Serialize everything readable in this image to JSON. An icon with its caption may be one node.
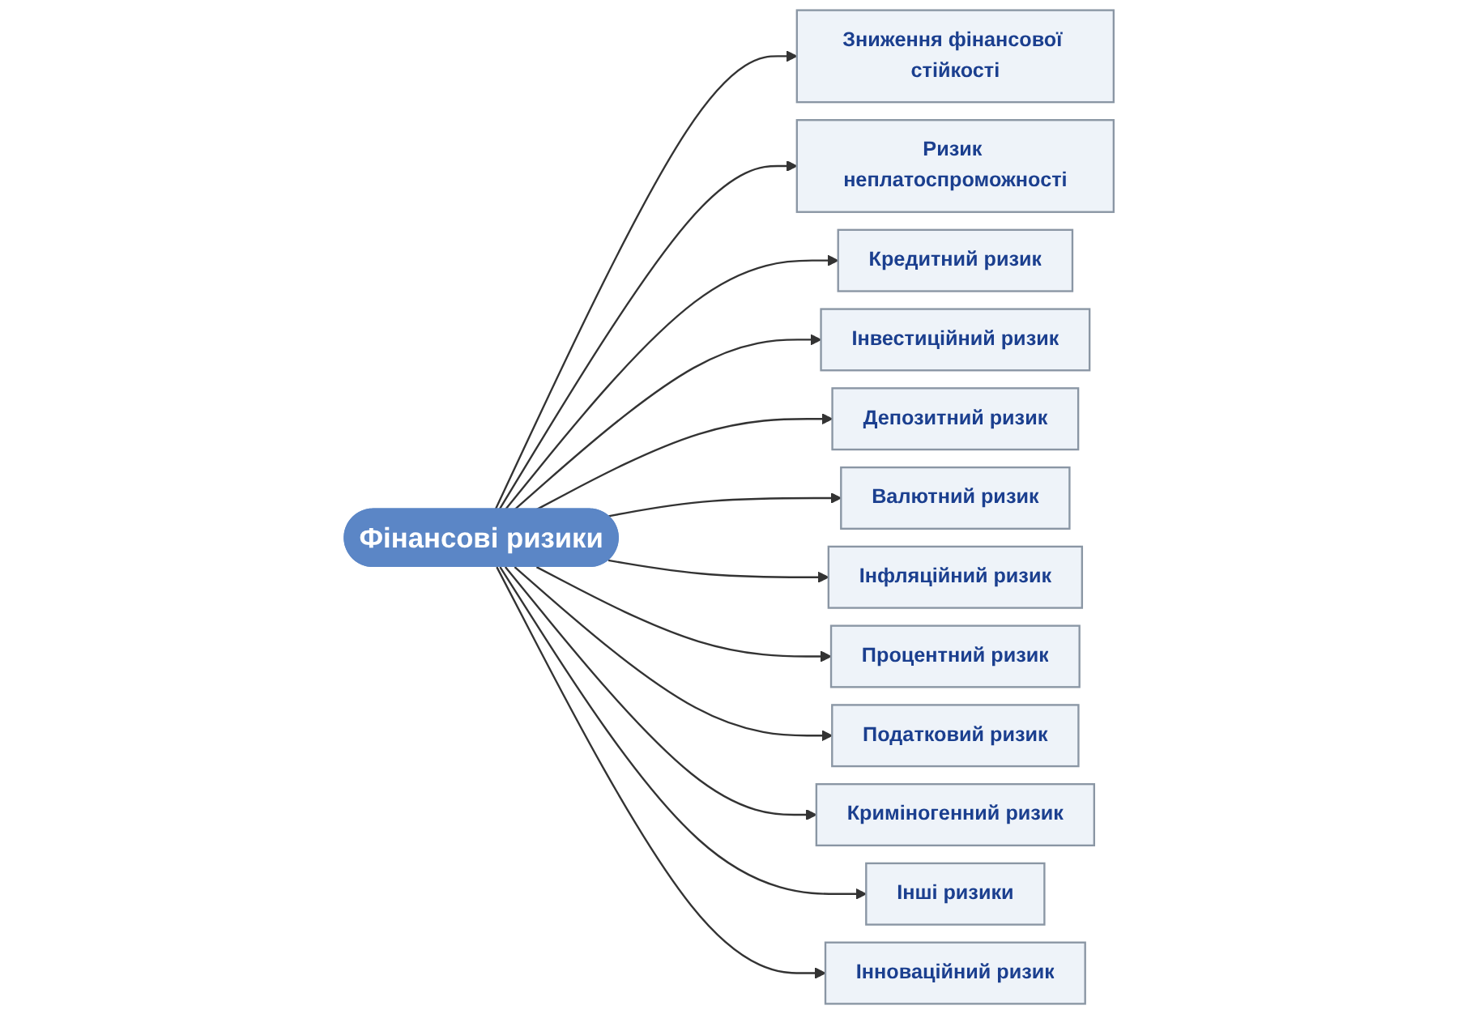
{
  "diagram": {
    "nodes": [
      {
        "text": [
          "Зниження фінансової стійкості"
        ]
      },
      {
        "text": [
          "Ризик неплатоспроможності"
        ]
      },
      {
        "text": [
          "Кредитний ризик"
        ]
      },
      {
        "text": [
          "Інвестиційний ризик"
        ]
      },
      {
        "text": [
          "Депозитний ризик"
        ]
      },
      {
        "text": [
          "Валютний ризик"
        ]
      },
      {
        "text": [
          "Фінансові ризики"
        ]
      },
      {
        "text": [
          "Інфляційний ризик"
        ]
      },
      {
        "text": [
          "Процентний ризик"
        ]
      },
      {
        "text": [
          "Податковий ризик"
        ]
      },
      {
        "text": [
          "Криміногенний ризик"
        ]
      },
      {
        "text": [
          "Інші ризики"
        ]
      },
      {
        "text": [
          "Інноваційний ризик"
        ]
      }
    ],
    "edges": [
      {
        "from": 6,
        "to": 0,
        "arrow": "to"
      },
      {
        "from": 6,
        "to": 1,
        "arrow": "to"
      },
      {
        "from": 6,
        "to": 2,
        "arrow": "to"
      },
      {
        "from": 6,
        "to": 3,
        "arrow": "to"
      },
      {
        "from": 6,
        "to": 4,
        "arrow": "to"
      },
      {
        "from": 6,
        "to": 5,
        "arrow": "to"
      },
      {
        "from": 6,
        "to": 7,
        "arrow": "to"
      },
      {
        "from": 6,
        "to": 8,
        "arrow": "to"
      },
      {
        "from": 6,
        "to": 9,
        "arrow": "to"
      },
      {
        "from": 6,
        "to": 10,
        "arrow": "to"
      },
      {
        "from": 6,
        "to": 11,
        "arrow": "to"
      },
      {
        "from": 6,
        "to": 12,
        "arrow": "to"
      }
    ]
  }
}
